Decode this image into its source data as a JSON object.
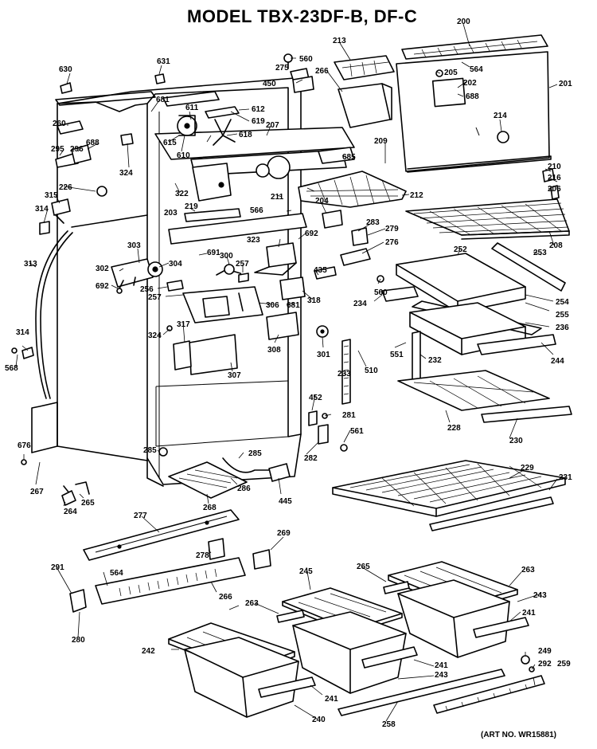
{
  "title": "MODEL  TBX-23DF-B, DF-C",
  "art_number": "(ART NO. WR15881)",
  "part_labels": [
    "630",
    "631",
    "560",
    "275",
    "450",
    "213",
    "266",
    "200",
    "564",
    "205",
    "202",
    "688",
    "201",
    "681",
    "611",
    "612",
    "619",
    "615",
    "610",
    "618",
    "207",
    "685",
    "209",
    "214",
    "260",
    "295",
    "296",
    "688",
    "324",
    "322",
    "211",
    "212",
    "210",
    "216",
    "206",
    "226",
    "315",
    "314",
    "219",
    "566",
    "203",
    "204",
    "283",
    "279",
    "276",
    "208",
    "313",
    "303",
    "302",
    "304",
    "691",
    "300",
    "257",
    "323",
    "692",
    "252",
    "253",
    "692",
    "256",
    "257",
    "306",
    "435",
    "318",
    "560",
    "234",
    "254",
    "255",
    "236",
    "324",
    "317",
    "681",
    "301",
    "308",
    "551",
    "232",
    "510",
    "244",
    "314",
    "568",
    "307",
    "233",
    "452",
    "281",
    "561",
    "228",
    "230",
    "676",
    "285",
    "285",
    "282",
    "229",
    "231",
    "267",
    "264",
    "265",
    "286",
    "445",
    "268",
    "277",
    "269",
    "278",
    "291",
    "564",
    "266",
    "265",
    "245",
    "263",
    "243",
    "280",
    "263",
    "241",
    "242",
    "241",
    "243",
    "249",
    "292",
    "259",
    "241",
    "240",
    "258"
  ]
}
